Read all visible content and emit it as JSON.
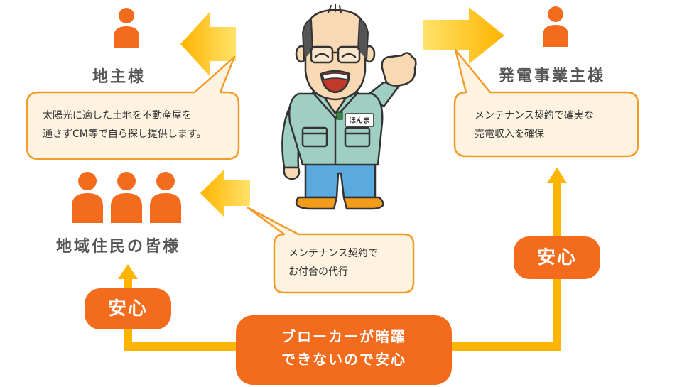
{
  "roles": {
    "landowner": "地主様",
    "power_producer": "発電事業主様",
    "residents": "地域住民の皆様"
  },
  "bubbles": {
    "landowner": [
      "太陽光に適した土地を不動産屋を",
      "通さずCM等で自ら探し提供します。"
    ],
    "power_producer": [
      "メンテナンス契約で確実な",
      "売電収入を確保"
    ],
    "residents": [
      "メンテナンス契約で",
      "お付合の代行"
    ]
  },
  "badges": {
    "left": "安心",
    "right": "安心",
    "center": [
      "ブローカーが暗躍",
      "できないので安心"
    ]
  },
  "character": {
    "name_tag": "ほんま"
  },
  "colors": {
    "orange": "#f36b1c",
    "arrow_yellow": "#ffb400",
    "bubble_fill": "#fdf3e0",
    "bubble_stroke": "#f39c2a"
  }
}
